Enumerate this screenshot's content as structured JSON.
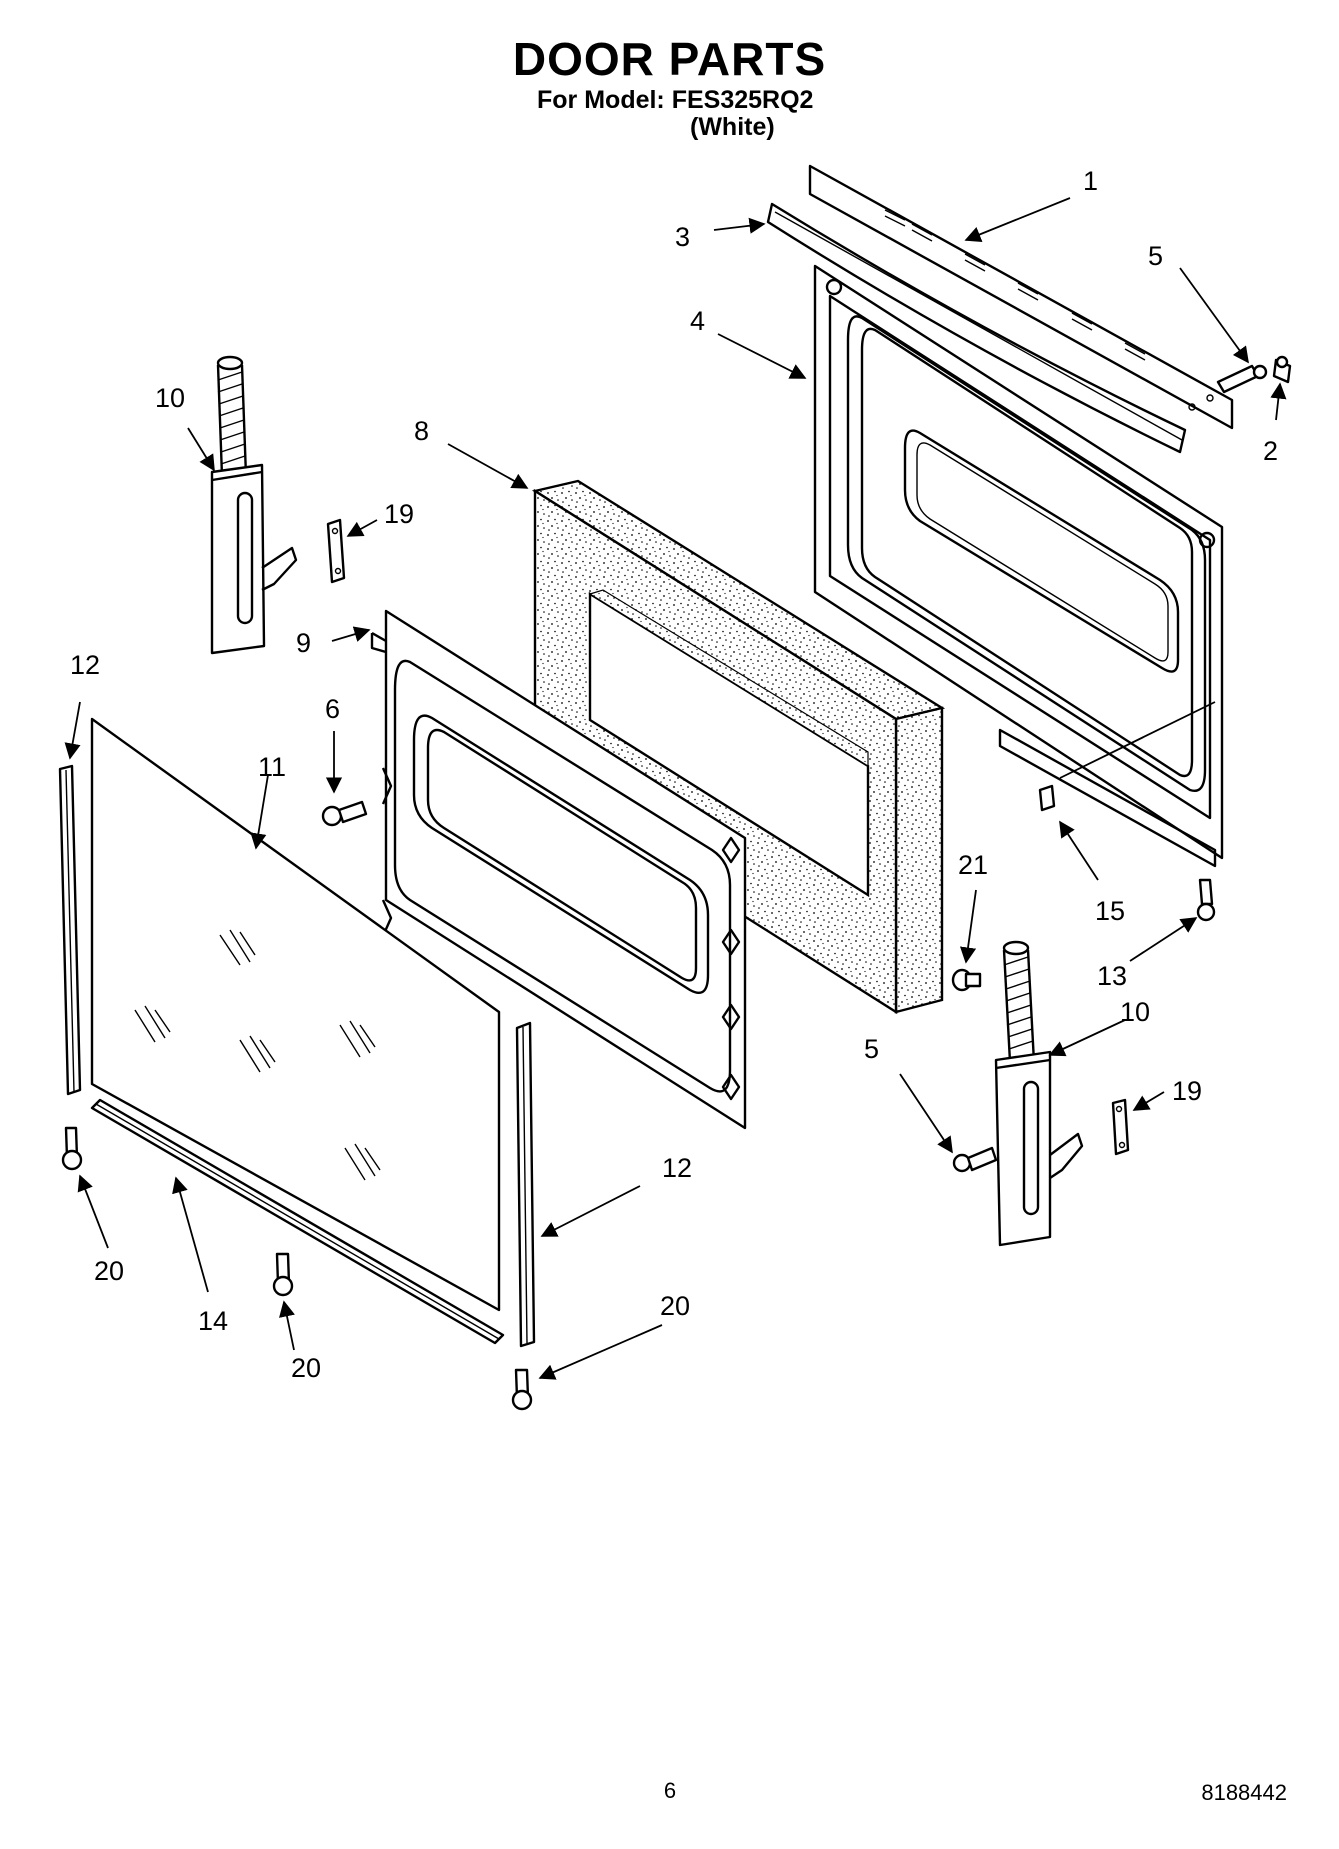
{
  "header": {
    "title": "DOOR PARTS",
    "model_line": "For Model: FES325RQ2",
    "color_line": "(White)"
  },
  "footer": {
    "page_number": "6",
    "doc_number": "8188442"
  },
  "callouts": {
    "c1": "1",
    "c2": "2",
    "c3": "3",
    "c4": "4",
    "c5a": "5",
    "c5b": "5",
    "c6": "6",
    "c8": "8",
    "c9": "9",
    "c10a": "10",
    "c10b": "10",
    "c11": "11",
    "c12a": "12",
    "c12b": "12",
    "c13": "13",
    "c14": "14",
    "c15": "15",
    "c19a": "19",
    "c19b": "19",
    "c20a": "20",
    "c20b": "20",
    "c20c": "20",
    "c21": "21"
  }
}
